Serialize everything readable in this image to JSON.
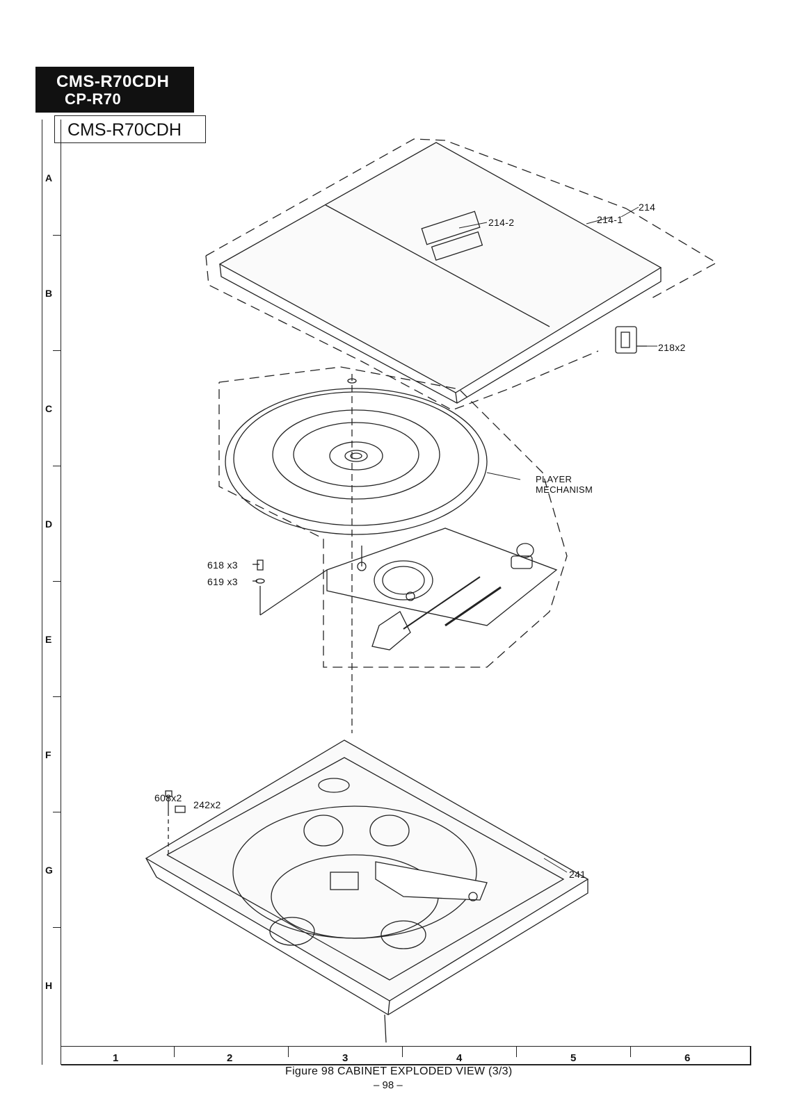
{
  "header": {
    "model_line1": "CMS-R70CDH",
    "model_line2": "CP-R70",
    "model_box": "CMS-R70CDH"
  },
  "grid": {
    "rows": [
      "A",
      "B",
      "C",
      "D",
      "E",
      "F",
      "G",
      "H"
    ],
    "columns": [
      "1",
      "2",
      "3",
      "4",
      "5",
      "6"
    ]
  },
  "parts": {
    "p214": "214",
    "p214_1": "214-1",
    "p214_2": "214-2",
    "p218": "218x2",
    "player_mech_1": "PLAYER",
    "player_mech_2": "MECHANISM",
    "p618": "618 x3",
    "p619": "619 x3",
    "p608": "608x2",
    "p242": "242x2",
    "p241": "241"
  },
  "caption": "Figure 98 CABINET EXPLODED VIEW (3/3)",
  "page_number": "– 98 –"
}
